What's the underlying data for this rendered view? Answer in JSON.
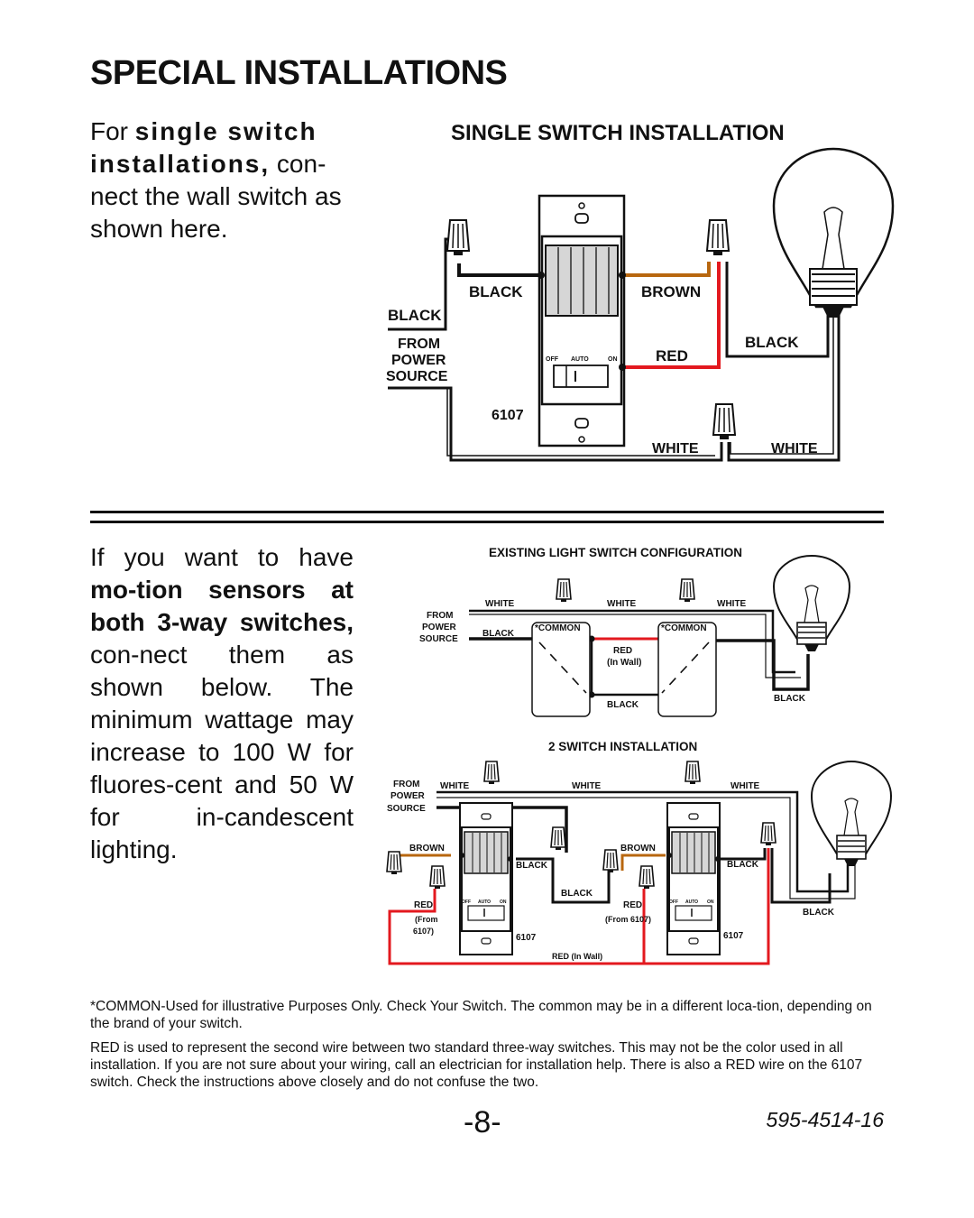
{
  "page": {
    "title": "SPECIAL INSTALLATIONS",
    "page_number": "-8-",
    "doc_number": "595-4514-16"
  },
  "intro_single": {
    "lead": "For ",
    "emphasis": "single switch installations,",
    "rest": " con-nect the wall switch as shown here."
  },
  "intro_threeway": {
    "lead": "If you want to have ",
    "emphasis": "mo-tion sensors at both 3-way switches,",
    "rest": " con-nect them as shown below. The minimum wattage may increase to 100 W for fluores-cent and 50 W for in-candescent lighting."
  },
  "single_switch": {
    "heading": "SINGLE SWITCH INSTALLATION",
    "black_top_left": "BLACK",
    "brown": "BROWN",
    "black_left": "BLACK",
    "from_1": "FROM",
    "power": "POWER",
    "source": "SOURCE",
    "red": "RED",
    "black_right": "BLACK",
    "model": "6107",
    "white_1": "WHITE",
    "white_2": "WHITE",
    "off": "OFF",
    "auto": "AUTO",
    "on": "ON"
  },
  "existing_config": {
    "heading": "EXISTING LIGHT SWITCH CONFIGURATION",
    "white_1": "WHITE",
    "white_2": "WHITE",
    "white_3": "WHITE",
    "from": "FROM",
    "power": "POWER",
    "source": "SOURCE",
    "black_left": "BLACK",
    "common_1": "*COMMON",
    "common_2": "*COMMON",
    "red": "RED",
    "in_wall": "(In Wall)",
    "black_mid": "BLACK",
    "black_right": "BLACK"
  },
  "two_switch": {
    "heading": "2 SWITCH INSTALLATION",
    "from": "FROM",
    "power": "POWER",
    "source": "SOURCE",
    "white_1": "WHITE",
    "white_2": "WHITE",
    "white_3": "WHITE",
    "brown_1": "BROWN",
    "brown_2": "BROWN",
    "black_1": "BLACK",
    "black_2": "BLACK",
    "black_mid": "BLACK",
    "black_right": "BLACK",
    "red_1": "RED",
    "from_6107_a": "(From",
    "from_6107_b": "6107)",
    "red_2": "RED",
    "from_6107_c": "(From 6107)",
    "model_1": "6107",
    "model_2": "6107",
    "red_in_wall": "RED (In Wall)",
    "off": "OFF",
    "auto": "AUTO",
    "on": "ON"
  },
  "footnotes": {
    "common": "*COMMON-Used for illustrative Purposes Only. Check Your Switch. The common may be in a different loca-tion, depending on the brand of your switch.",
    "red": "RED is used to represent the second wire between two standard three-way switches. This may not be the color used in all installation. If you are not sure about your wiring, call an electrician for installation help. There is also a RED wire on the 6107 switch. Check the instructions above closely and do not confuse the two."
  },
  "colors": {
    "red_wire": "#e3191f",
    "brown_wire": "#b8670f",
    "black_wire": "#111111"
  }
}
